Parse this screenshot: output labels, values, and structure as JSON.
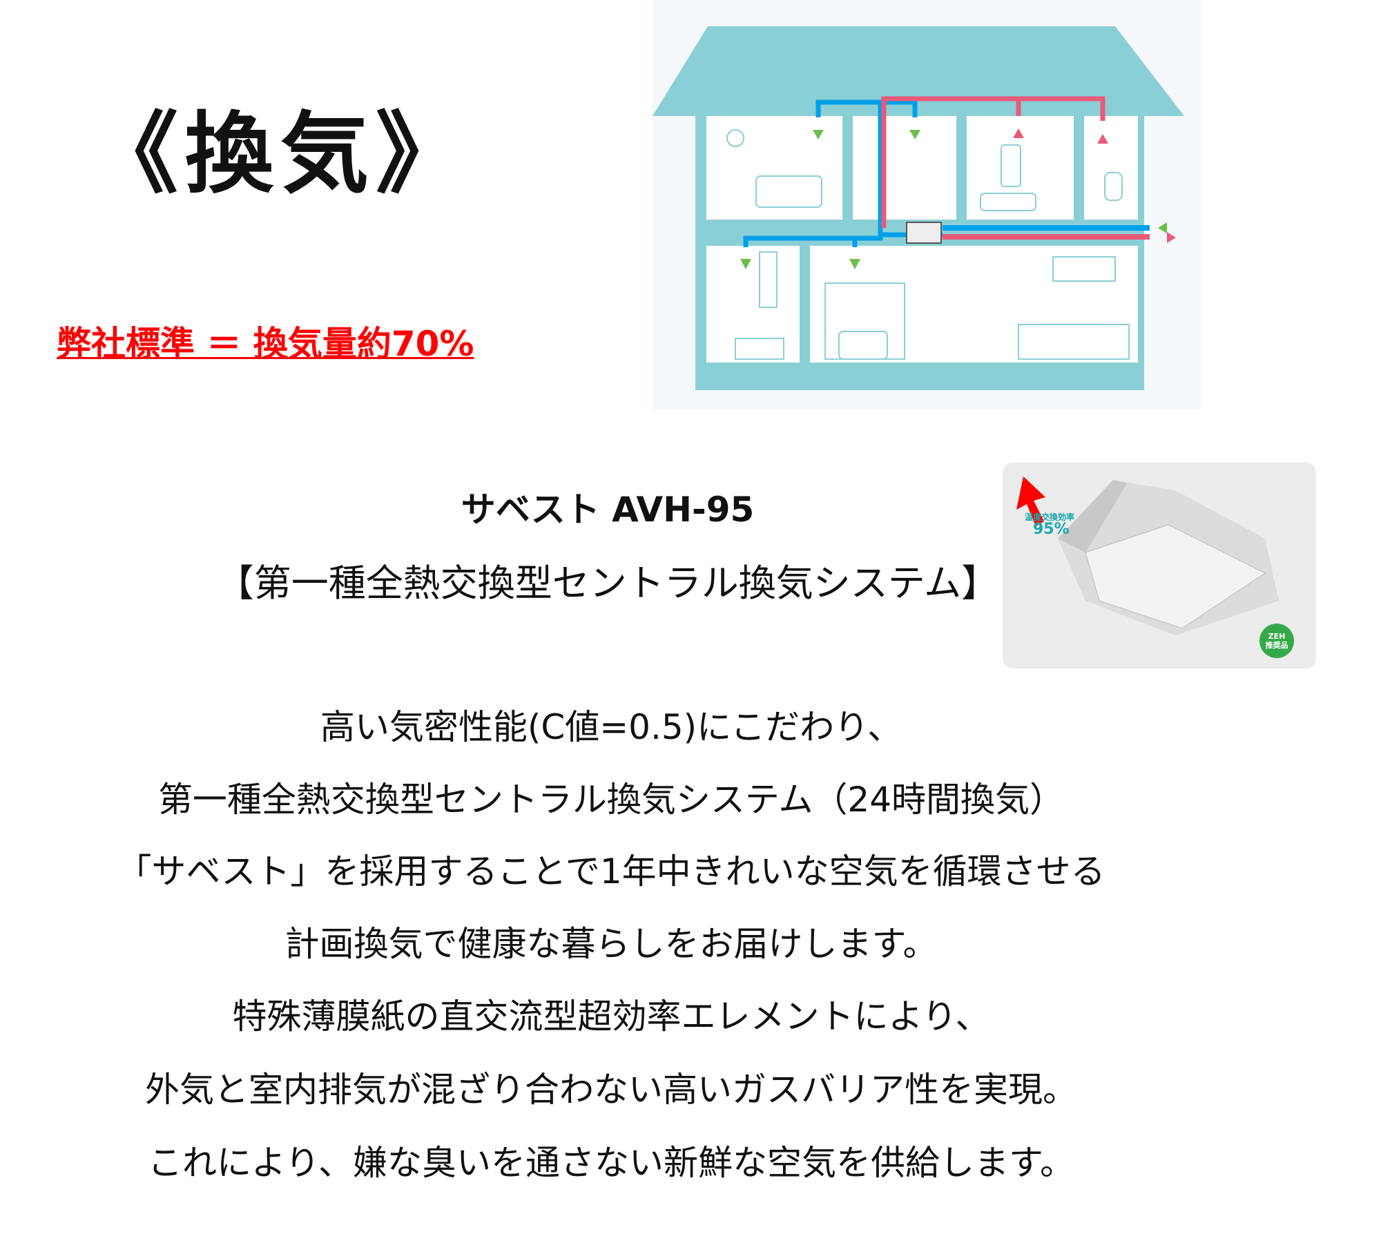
{
  "header": {
    "title": "《換気》",
    "standard": "弊社標準 ＝ 換気量約70%"
  },
  "diagram": {
    "icon": "house-ventilation-diagram",
    "colors": {
      "roof": "#8bcfd6",
      "supply": "#00a0e9",
      "exhaust": "#e95a7a",
      "arrow_in": "#6cbf4a"
    }
  },
  "product": {
    "name": "サベスト AVH-95",
    "type": "【第一種全熱交換型セントラル換気システム】",
    "photo": {
      "efficiency_label": "温度交換効率",
      "efficiency_value": "95%",
      "badge_line1": "ZEH",
      "badge_line2": "推奨品"
    }
  },
  "body": {
    "lines": [
      "高い気密性能(C値=0.5)にこだわり、",
      "第一種全熱交換型セントラル換気システム（24時間換気）",
      "「サベスト」を採用することで1年中きれいな空気を循環させる",
      "計画換気で健康な暮らしをお届けします。",
      "特殊薄膜紙の直交流型超効率エレメントにより、",
      "外気と室内排気が混ざり合わない高いガスバリア性を実現。",
      "これにより、嫌な臭いを通さない新鮮な空気を供給します。"
    ]
  }
}
